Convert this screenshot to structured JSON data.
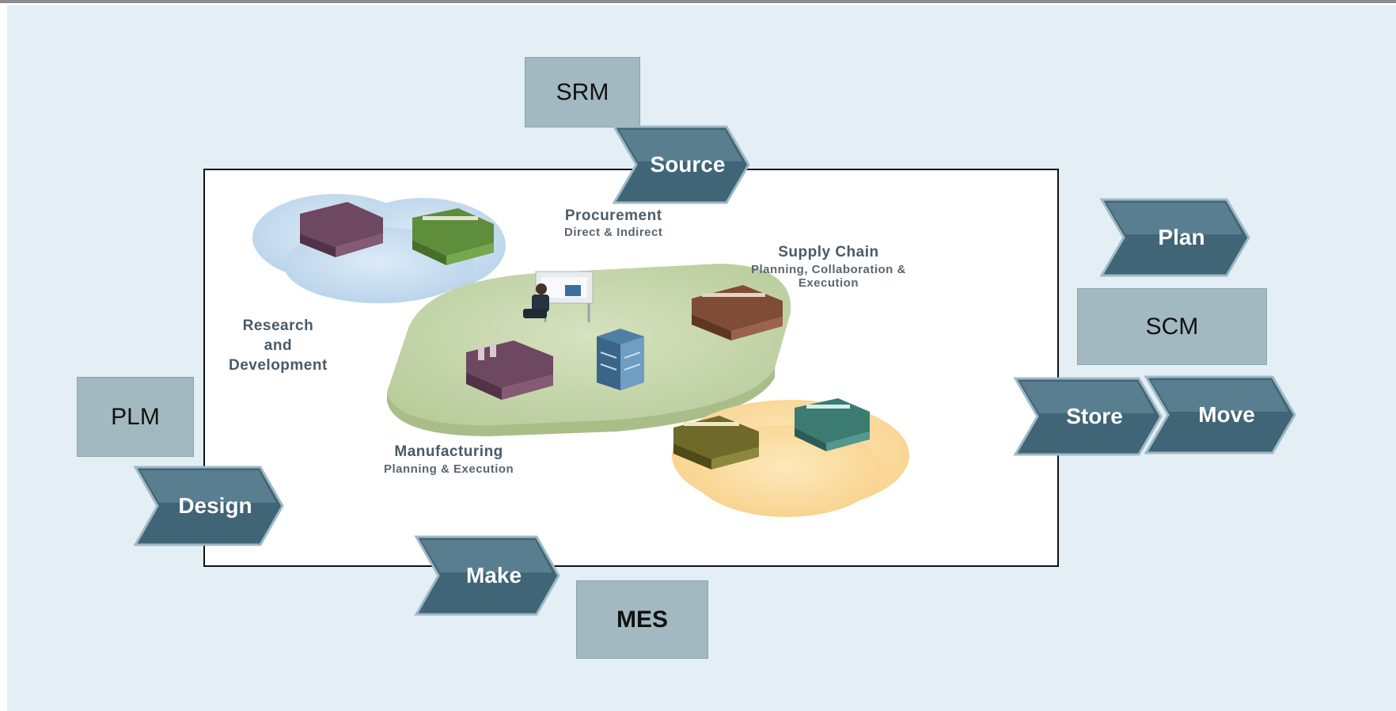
{
  "boxes": {
    "srm": "SRM",
    "scm": "SCM",
    "plm": "PLM",
    "mes": "MES"
  },
  "chevrons": {
    "source": "Source",
    "plan": "Plan",
    "store": "Store",
    "move": "Move",
    "design": "Design",
    "make": "Make"
  },
  "scene": {
    "procurement_title": "Procurement",
    "procurement_sub": "Direct & Indirect",
    "supply_chain_title": "Supply Chain",
    "supply_chain_sub1": "Planning, Collaboration &",
    "supply_chain_sub2": "Execution",
    "research_line1": "Research",
    "research_line2": "and",
    "research_line3": "Development",
    "manufacturing_title": "Manufacturing",
    "manufacturing_sub": "Planning & Execution"
  },
  "colors": {
    "canvas_bg": "#e3eff5",
    "box_fill": "#a3b9c2",
    "chevron_dark": "#3f6577",
    "chevron_light": "#8fb0bf",
    "blue_cloud": "#c9def0",
    "green_platform": "#c9d8b0",
    "yellow_cloud": "#fbe0a6"
  }
}
